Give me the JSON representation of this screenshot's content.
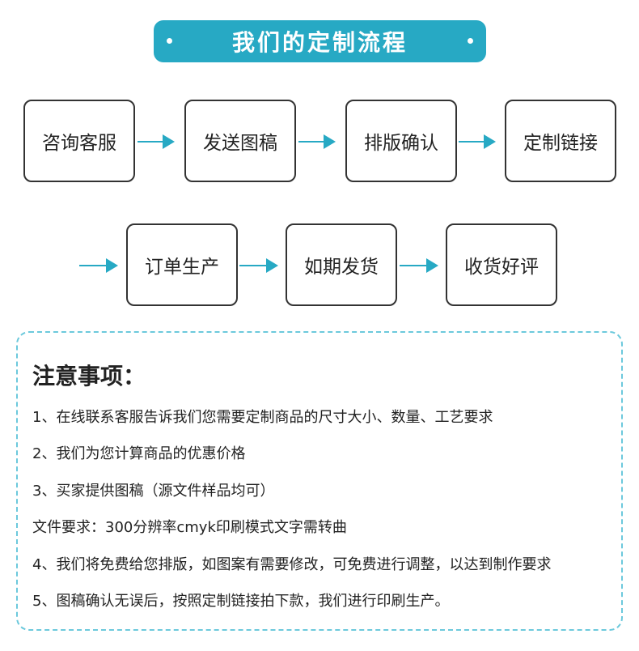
{
  "header": {
    "title": "我们的定制流程"
  },
  "process": {
    "row1": [
      "咨询客服",
      "发送图稿",
      "排版确认",
      "定制链接"
    ],
    "row2": [
      "订单生产",
      "如期发货",
      "收货好评"
    ]
  },
  "notice": {
    "title": "注意事项：",
    "lines": [
      "1、在线联系客服告诉我们您需要定制商品的尺寸大小、数量、工艺要求",
      "2、我们为您计算商品的优惠价格",
      "3、买家提供图稿（源文件样品均可）",
      "文件要求：300分辨率cmyk印刷模式文字需转曲",
      "4、我们将免费给您排版，如图案有需要修改，可免费进行调整，以达到制作要求",
      "5、图稿确认无误后，按照定制链接拍下款，我们进行印刷生产。"
    ]
  },
  "colors": {
    "accent": "#27a9c4",
    "dashed_border": "#6cc9dc",
    "box_border": "#333333"
  }
}
